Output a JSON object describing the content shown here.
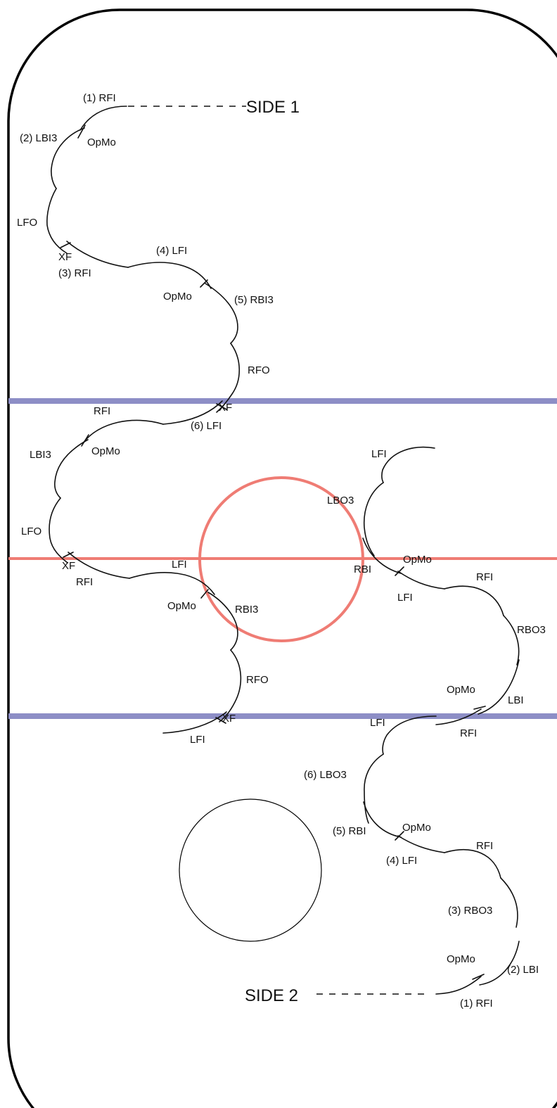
{
  "colors": {
    "blue_line": "#8d8ec6",
    "red_line": "#ef7c74",
    "ink": "#111111",
    "background": "#ffffff"
  },
  "side1": {
    "title": "SIDE 1",
    "labels": {
      "rfi_1": "(1) RFI",
      "lbi3_2": "(2) LBI3",
      "opmo_a": "OpMo",
      "lfo_a": "LFO",
      "xf_a": "XF",
      "rfi_3": "(3) RFI",
      "lfi_4": "(4) LFI",
      "opmo_b": "OpMo",
      "rbi3_5": "(5) RBI3",
      "rfo_a": "RFO",
      "xf_b": "XF",
      "lfi_6": "(6) LFI",
      "rfi_b": "RFI",
      "lbi3_b": "LBI3",
      "opmo_c": "OpMo",
      "lfo_b": "LFO",
      "xf_c": "XF",
      "rfi_c": "RFI",
      "lfi_c": "LFI",
      "opmo_d": "OpMo",
      "rbi3_c": "RBI3",
      "rfo_b": "RFO",
      "xf_d": "XF",
      "lfi_d": "LFI"
    }
  },
  "side2": {
    "title": "SIDE 2",
    "labels": {
      "lfi_e": "LFI",
      "lbo3_e": "LBO3",
      "opmo_e": "OpMo",
      "rbi_e": "RBI",
      "lfi_f": "LFI",
      "rfi_f": "RFI",
      "rbo3_f": "RBO3",
      "opmo_f": "OpMo",
      "lbi_f": "LBI",
      "lfi_g": "LFI",
      "rfi_g": "RFI",
      "lbo3_6": "(6) LBO3",
      "rbi_5": "(5) RBI",
      "opmo_g": "OpMo",
      "lfi_4": "(4) LFI",
      "rfi_h": "RFI",
      "rbo3_3": "(3) RBO3",
      "opmo_h": "OpMo",
      "lbi_2": "(2) LBI",
      "rfi_1": "(1) RFI"
    }
  }
}
